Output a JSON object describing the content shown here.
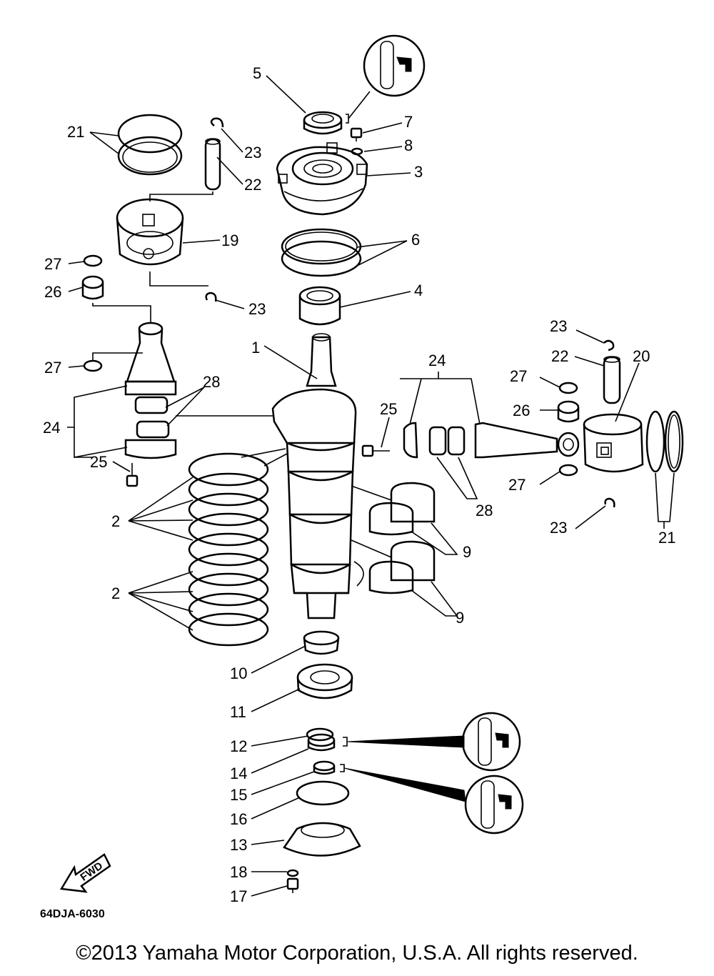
{
  "diagram": {
    "drawing_code": "64DJA-6030",
    "fwd_arrow_label": "FWD",
    "copyright": "©2013 Yamaha Motor Corporation, U.S.A. All rights reserved.",
    "callouts": {
      "c1": "1",
      "c2a": "2",
      "c2b": "2",
      "c3": "3",
      "c4": "4",
      "c5": "5",
      "c6": "6",
      "c7": "7",
      "c8": "8",
      "c9a": "9",
      "c9b": "9",
      "c10": "10",
      "c11": "11",
      "c12": "12",
      "c13": "13",
      "c14": "14",
      "c15": "15",
      "c16": "16",
      "c17": "17",
      "c18": "18",
      "c19": "19",
      "c20": "20",
      "c21a": "21",
      "c21b": "21",
      "c22a": "22",
      "c22b": "22",
      "c23a": "23",
      "c23b": "23",
      "c23c": "23",
      "c23d": "23",
      "c24a": "24",
      "c24b": "24",
      "c25a": "25",
      "c25b": "25",
      "c26a": "26",
      "c26b": "26",
      "c27a": "27",
      "c27b": "27",
      "c27c": "27",
      "c27d": "27",
      "c28a": "28",
      "c28b": "28"
    }
  }
}
